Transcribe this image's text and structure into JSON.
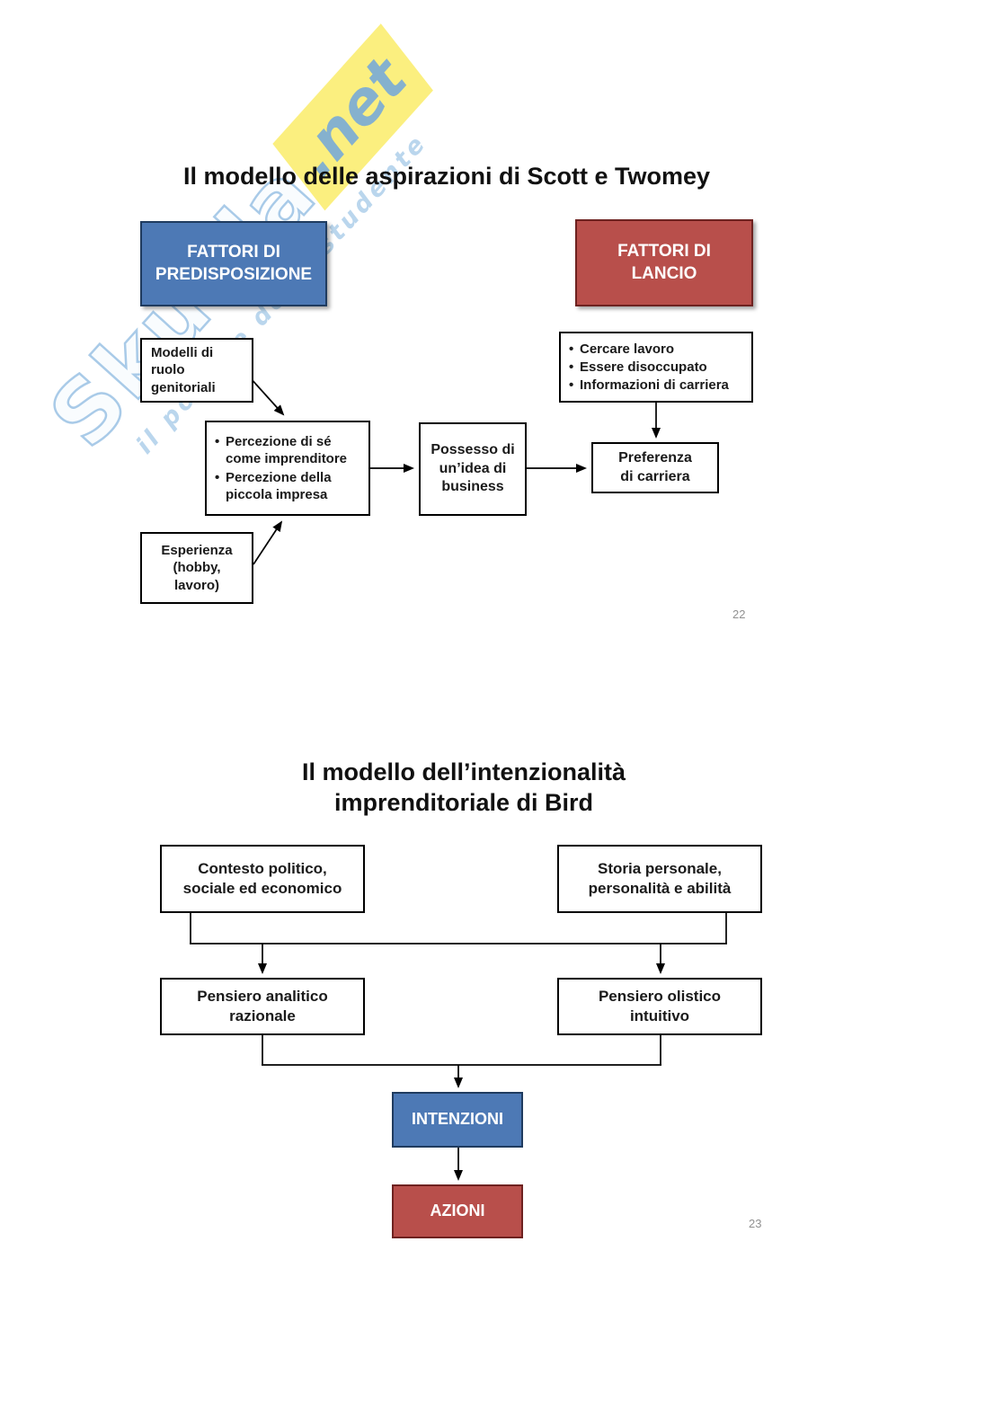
{
  "watermark": {
    "brand": "Skuola",
    "tld": ".net",
    "tagline": "il portale dello studente"
  },
  "page": {
    "slide1_number": "22",
    "slide2_number": "23"
  },
  "colors": {
    "header_blue": "#4d79b5",
    "header_red": "#b84f4b",
    "border_blue": "#1f3b5f",
    "border_red": "#6e2220",
    "text": "#1a1a1a",
    "page_number_gray": "#919191"
  },
  "slide1": {
    "title": "Il modello delle aspirazioni di Scott e Twomey",
    "predisposition_header": "FATTORI DI\nPREDISPOSIZIONE",
    "launch_header": "FATTORI DI\nLANCIO",
    "parental_models_box": "Modelli di\nruolo\ngenitoriali",
    "perception_items": [
      "Percezione di sé come imprenditore",
      "Percezione della piccola impresa"
    ],
    "business_idea_box": "Possesso di\nun’idea di\nbusiness",
    "launch_items": [
      "Cercare lavoro",
      "Essere disoccupato",
      "Informazioni di carriera"
    ],
    "career_preference_box": "Preferenza\ndi carriera",
    "experience_box": "Esperienza\n(hobby,\nlavoro)"
  },
  "slide2": {
    "title": "Il modello dell’intenzionalità\nimprenditoriale di Bird",
    "context_box": "Contesto politico,\nsociale ed economico",
    "personal_history_box": "Storia personale,\npersonalità e abilità",
    "analytical_box": "Pensiero analitico\nrazionale",
    "holistic_box": "Pensiero olistico\nintuitivo",
    "intentions_box": "INTENZIONI",
    "actions_box": "AZIONI"
  }
}
